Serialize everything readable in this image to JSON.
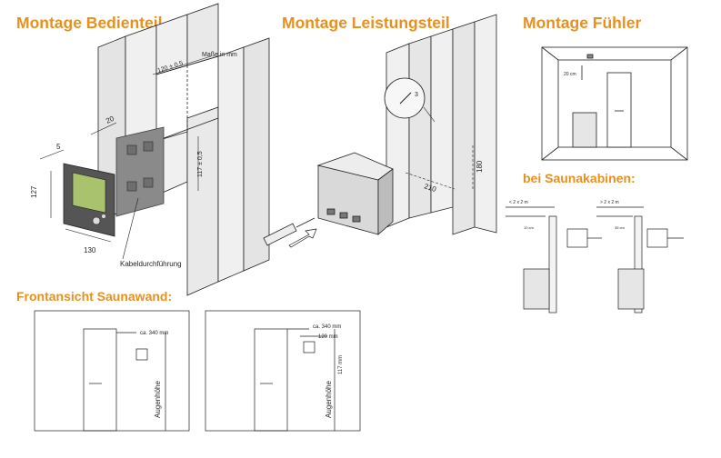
{
  "headings": {
    "bedienteil": "Montage Bedienteil",
    "leistungsteil": "Montage Leistungsteil",
    "fuehler": "Montage Fühler",
    "kabinen": "bei Saunakabinen:",
    "frontansicht": "Frontansicht Saunawand:"
  },
  "bedienteil": {
    "masse_note": "Maße in mm",
    "dim_120": "120 ± 0,5",
    "dim_117": "117 ± 0,5",
    "dim_20": "20",
    "dim_5": "5",
    "dim_127": "127",
    "dim_130": "130",
    "cable_label": "Kabeldurchführung"
  },
  "leistungsteil": {
    "dim_3": "3",
    "dim_210": "210",
    "dim_180": "180"
  },
  "fuehler": {
    "dim_20cm": "20 cm"
  },
  "kabinen": {
    "left_label": "< 2 x 2 m",
    "right_label": "> 2 x 2 m",
    "left_dim": "10 cm",
    "right_dim": "35 cm"
  },
  "frontansicht": {
    "left": {
      "ca": "ca. 340 mm",
      "augen": "Augenhöhe"
    },
    "right": {
      "ca": "ca. 340 mm",
      "dim_120": "120 mm",
      "dim_117": "117 mm",
      "augen": "Augenhöhe"
    }
  },
  "colors": {
    "accent": "#e8901e",
    "line": "#231f20",
    "panel_green": "#a9c26d",
    "wall_grey": "#e6e6e6"
  }
}
